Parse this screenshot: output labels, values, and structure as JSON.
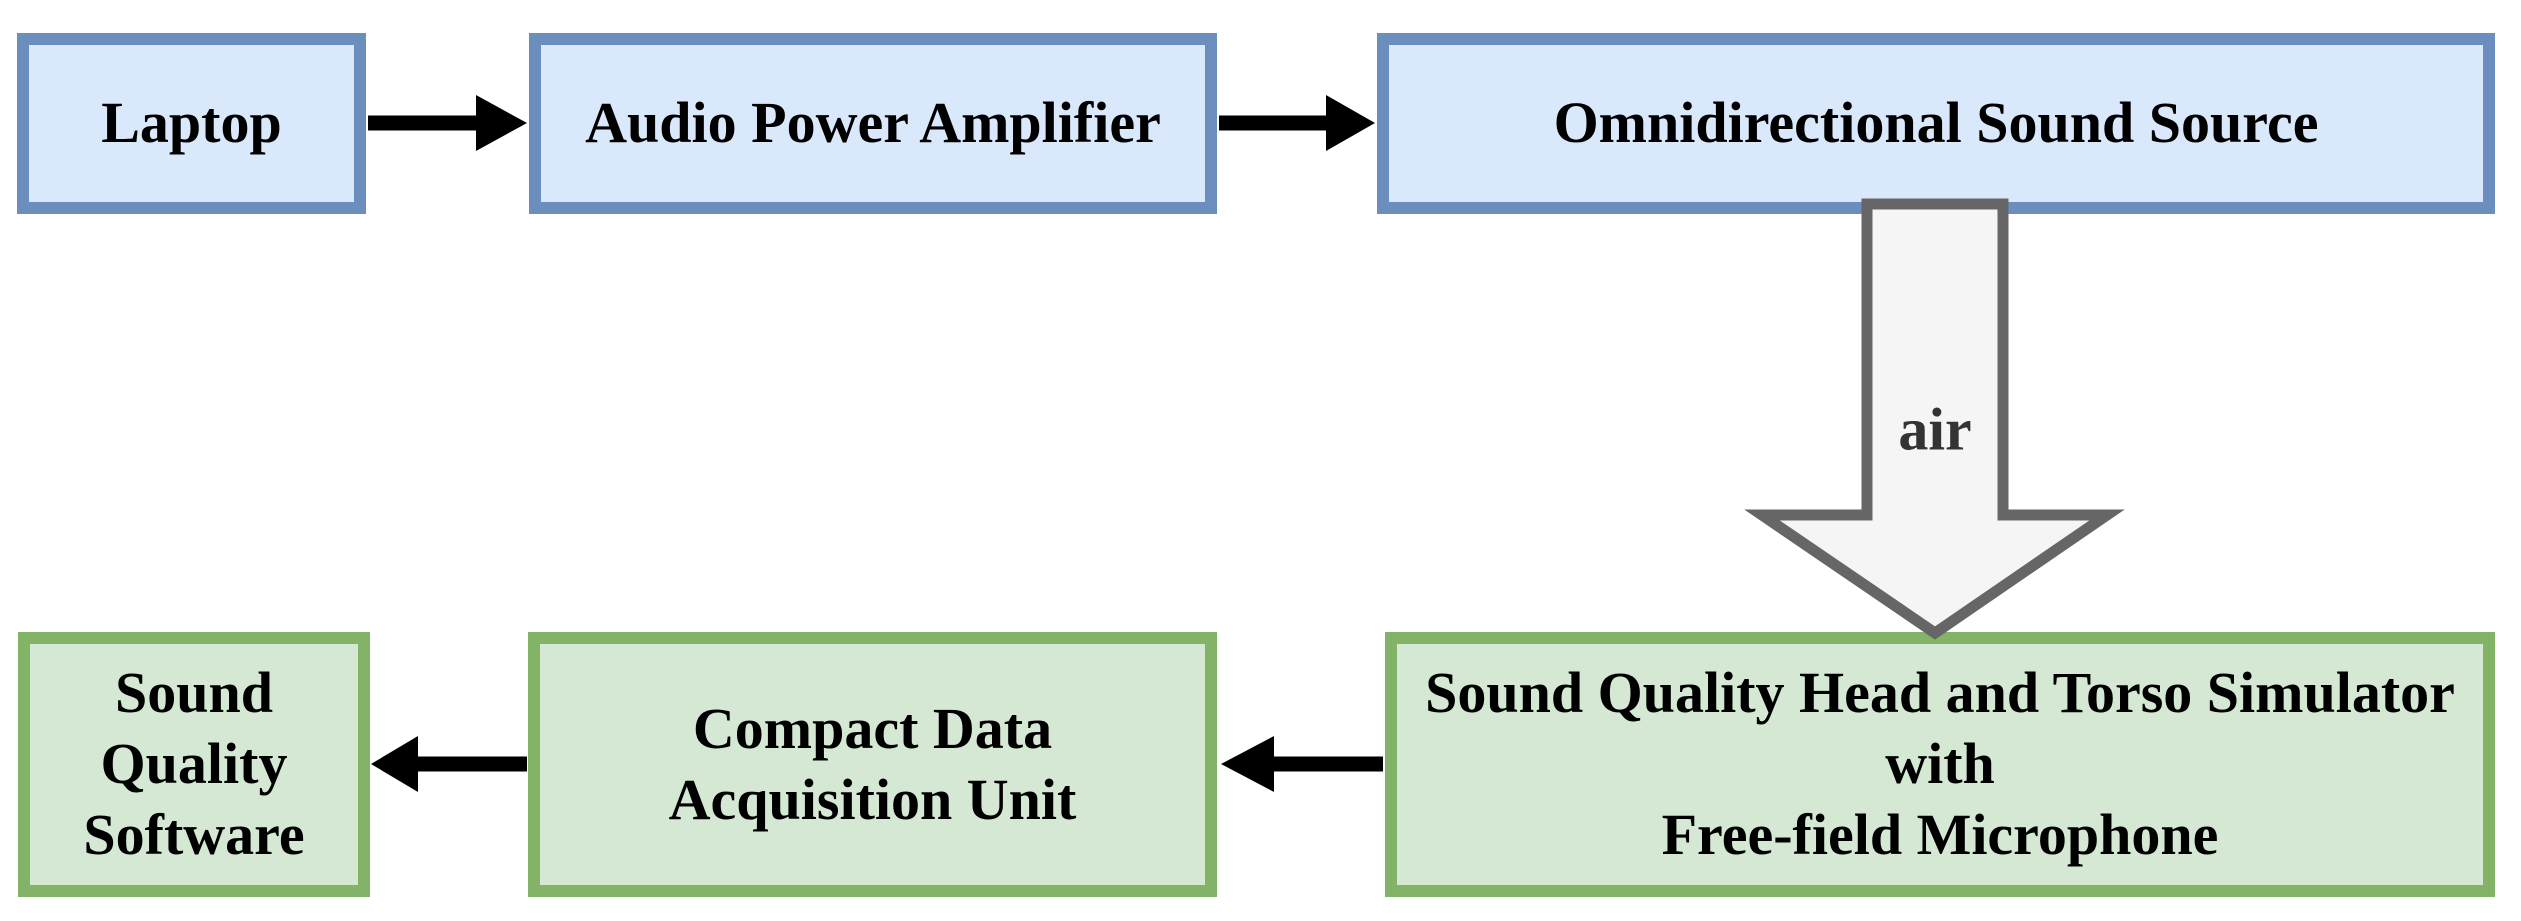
{
  "diagram": {
    "colors": {
      "blue_fill": "#dae8fc",
      "blue_stroke": "#6c8ebf",
      "green_fill": "#d5e8d4",
      "green_stroke": "#82b366",
      "air_arrow_fill": "#f5f5f5",
      "air_arrow_stroke": "#666666",
      "air_text_color": "#333333",
      "connector_color": "#000000",
      "label_color": "#000000"
    },
    "nodes": {
      "laptop": {
        "label": "Laptop"
      },
      "amplifier": {
        "label": "Audio Power Amplifier"
      },
      "source": {
        "label": "Omnidirectional Sound Source"
      },
      "hats": {
        "label": "Sound Quality Head and Torso Simulator\nwith\nFree-field Microphone"
      },
      "daq": {
        "label": "Compact Data\nAcquisition Unit"
      },
      "software": {
        "label": "Sound\nQuality\nSoftware"
      }
    },
    "edges": [
      {
        "from": "laptop",
        "to": "amplifier",
        "direction": "right",
        "label": ""
      },
      {
        "from": "amplifier",
        "to": "source",
        "direction": "right",
        "label": ""
      },
      {
        "from": "source",
        "to": "hats",
        "direction": "down",
        "style": "block-arrow",
        "label": "air"
      },
      {
        "from": "hats",
        "to": "daq",
        "direction": "left",
        "label": ""
      },
      {
        "from": "daq",
        "to": "software",
        "direction": "left",
        "label": ""
      }
    ]
  }
}
